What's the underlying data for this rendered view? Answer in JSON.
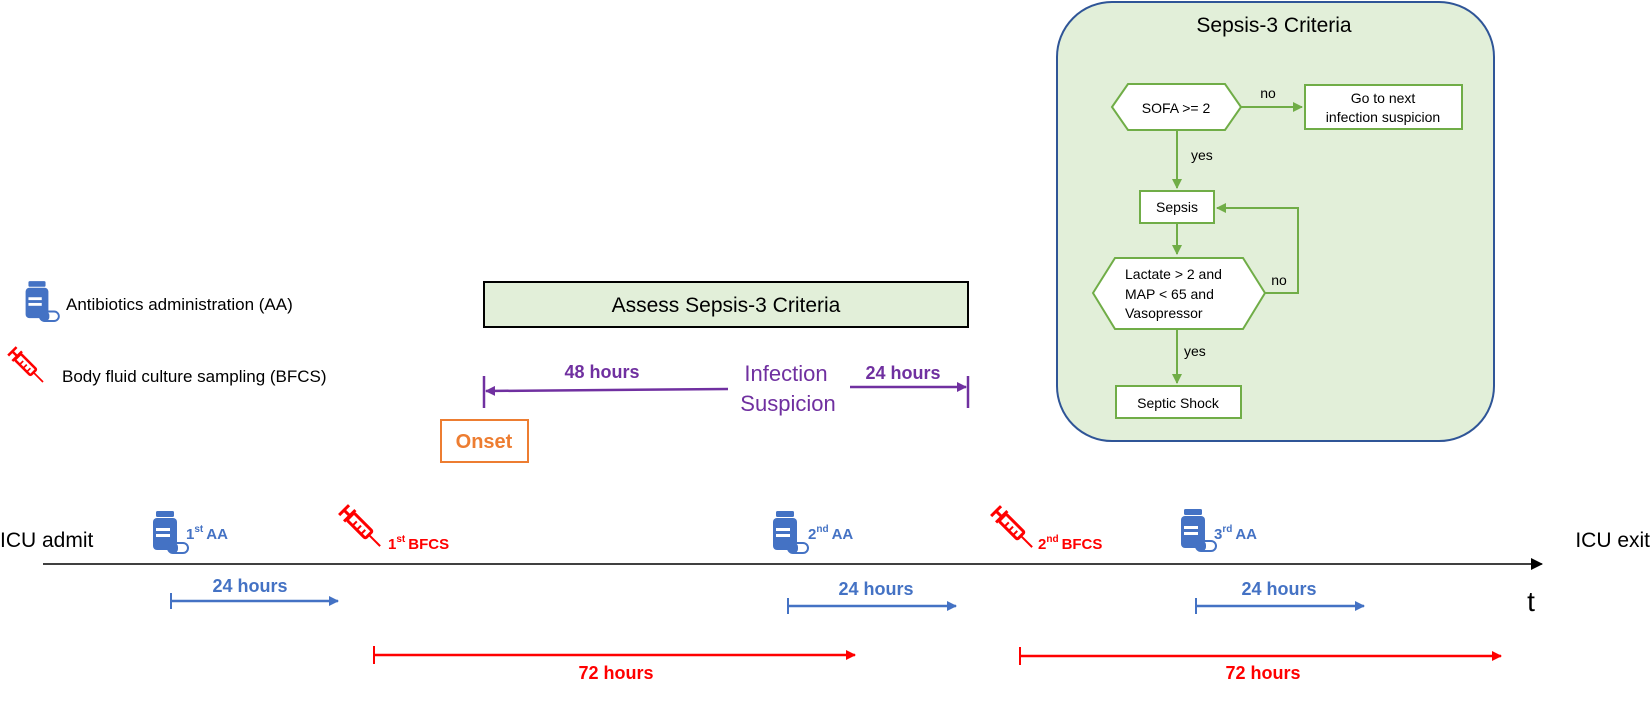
{
  "colors": {
    "blue": "#4472C4",
    "red": "#FF0000",
    "purple": "#7030A0",
    "orange": "#ED7D31",
    "green_fill": "#E2EFD9",
    "green_stroke": "#70AD47",
    "navy": "#2F5597",
    "black": "#000000"
  },
  "legend": {
    "aa_icon": "pill-bottle-icon",
    "aa_label": "Antibiotics administration (AA)",
    "bfcs_icon": "syringe-icon",
    "bfcs_label": "Body fluid culture sampling (BFCS)"
  },
  "assess_box": {
    "label": "Assess Sepsis-3 Criteria"
  },
  "suspicion": {
    "label_line1": "Infection",
    "label_line2": "Suspicion",
    "before_label": "48 hours",
    "after_label": "24 hours",
    "onset_label": "Onset"
  },
  "sepsis_panel": {
    "title": "Sepsis-3 Criteria",
    "sofa_label": "SOFA >= 2",
    "next_line1": "Go to next",
    "next_line2": "infection suspicion",
    "no_label": "no",
    "yes_label": "yes",
    "sepsis_label": "Sepsis",
    "lactate_line1": "Lactate > 2 and",
    "lactate_line2": "MAP < 65 and",
    "lactate_line3": "Vasopressor",
    "no2_label": "no",
    "yes2_label": "yes",
    "shock_label": "Septic Shock"
  },
  "timeline": {
    "start_label": "ICU admit",
    "end_label": "ICU exit",
    "axis_label": "t",
    "events": [
      {
        "ord": "1",
        "sup": "st",
        "kind": "AA"
      },
      {
        "ord": "1",
        "sup": "st",
        "kind": "BFCS"
      },
      {
        "ord": "2",
        "sup": "nd",
        "kind": "AA"
      },
      {
        "ord": "2",
        "sup": "nd",
        "kind": "BFCS"
      },
      {
        "ord": "3",
        "sup": "rd",
        "kind": "AA"
      }
    ],
    "windows": [
      {
        "label": "24 hours"
      },
      {
        "label": "24 hours"
      },
      {
        "label": "24 hours"
      },
      {
        "label": "72 hours"
      },
      {
        "label": "72 hours"
      }
    ]
  }
}
